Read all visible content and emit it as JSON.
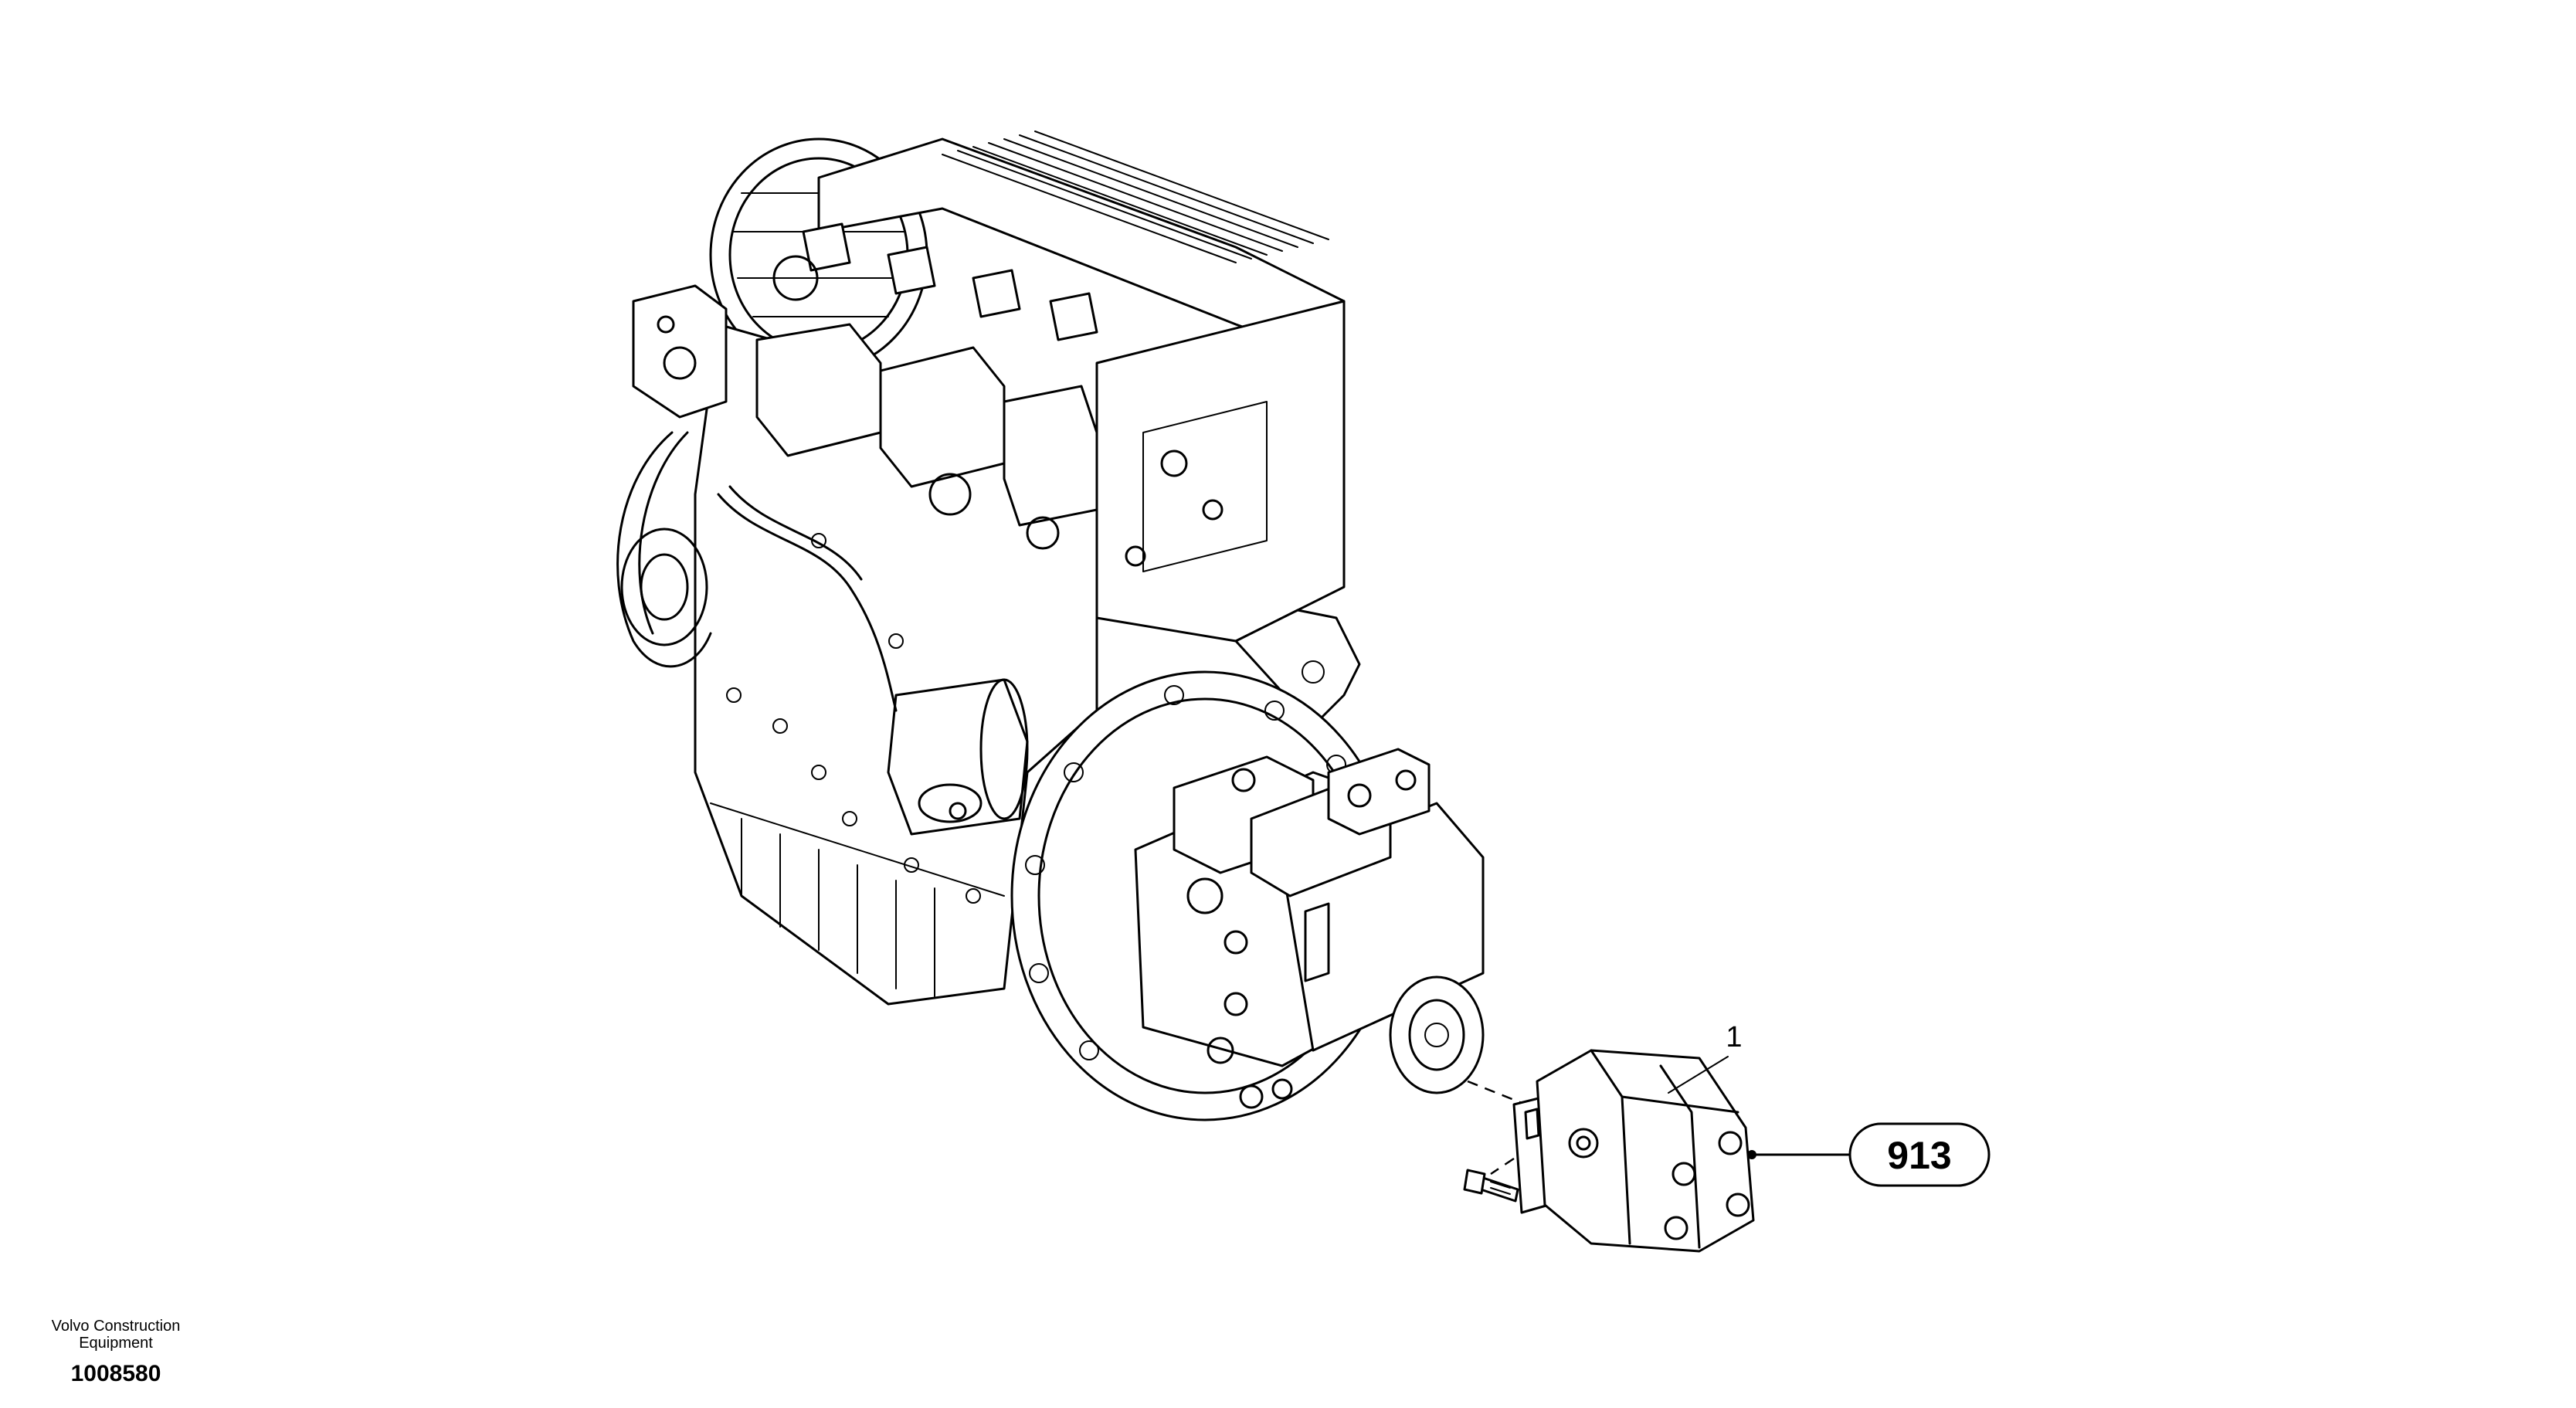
{
  "figure": {
    "item_number": "1",
    "callout": "913"
  },
  "footer": {
    "brand_line1": "Volvo Construction",
    "brand_line2": "Equipment",
    "doc_number": "1008580"
  }
}
